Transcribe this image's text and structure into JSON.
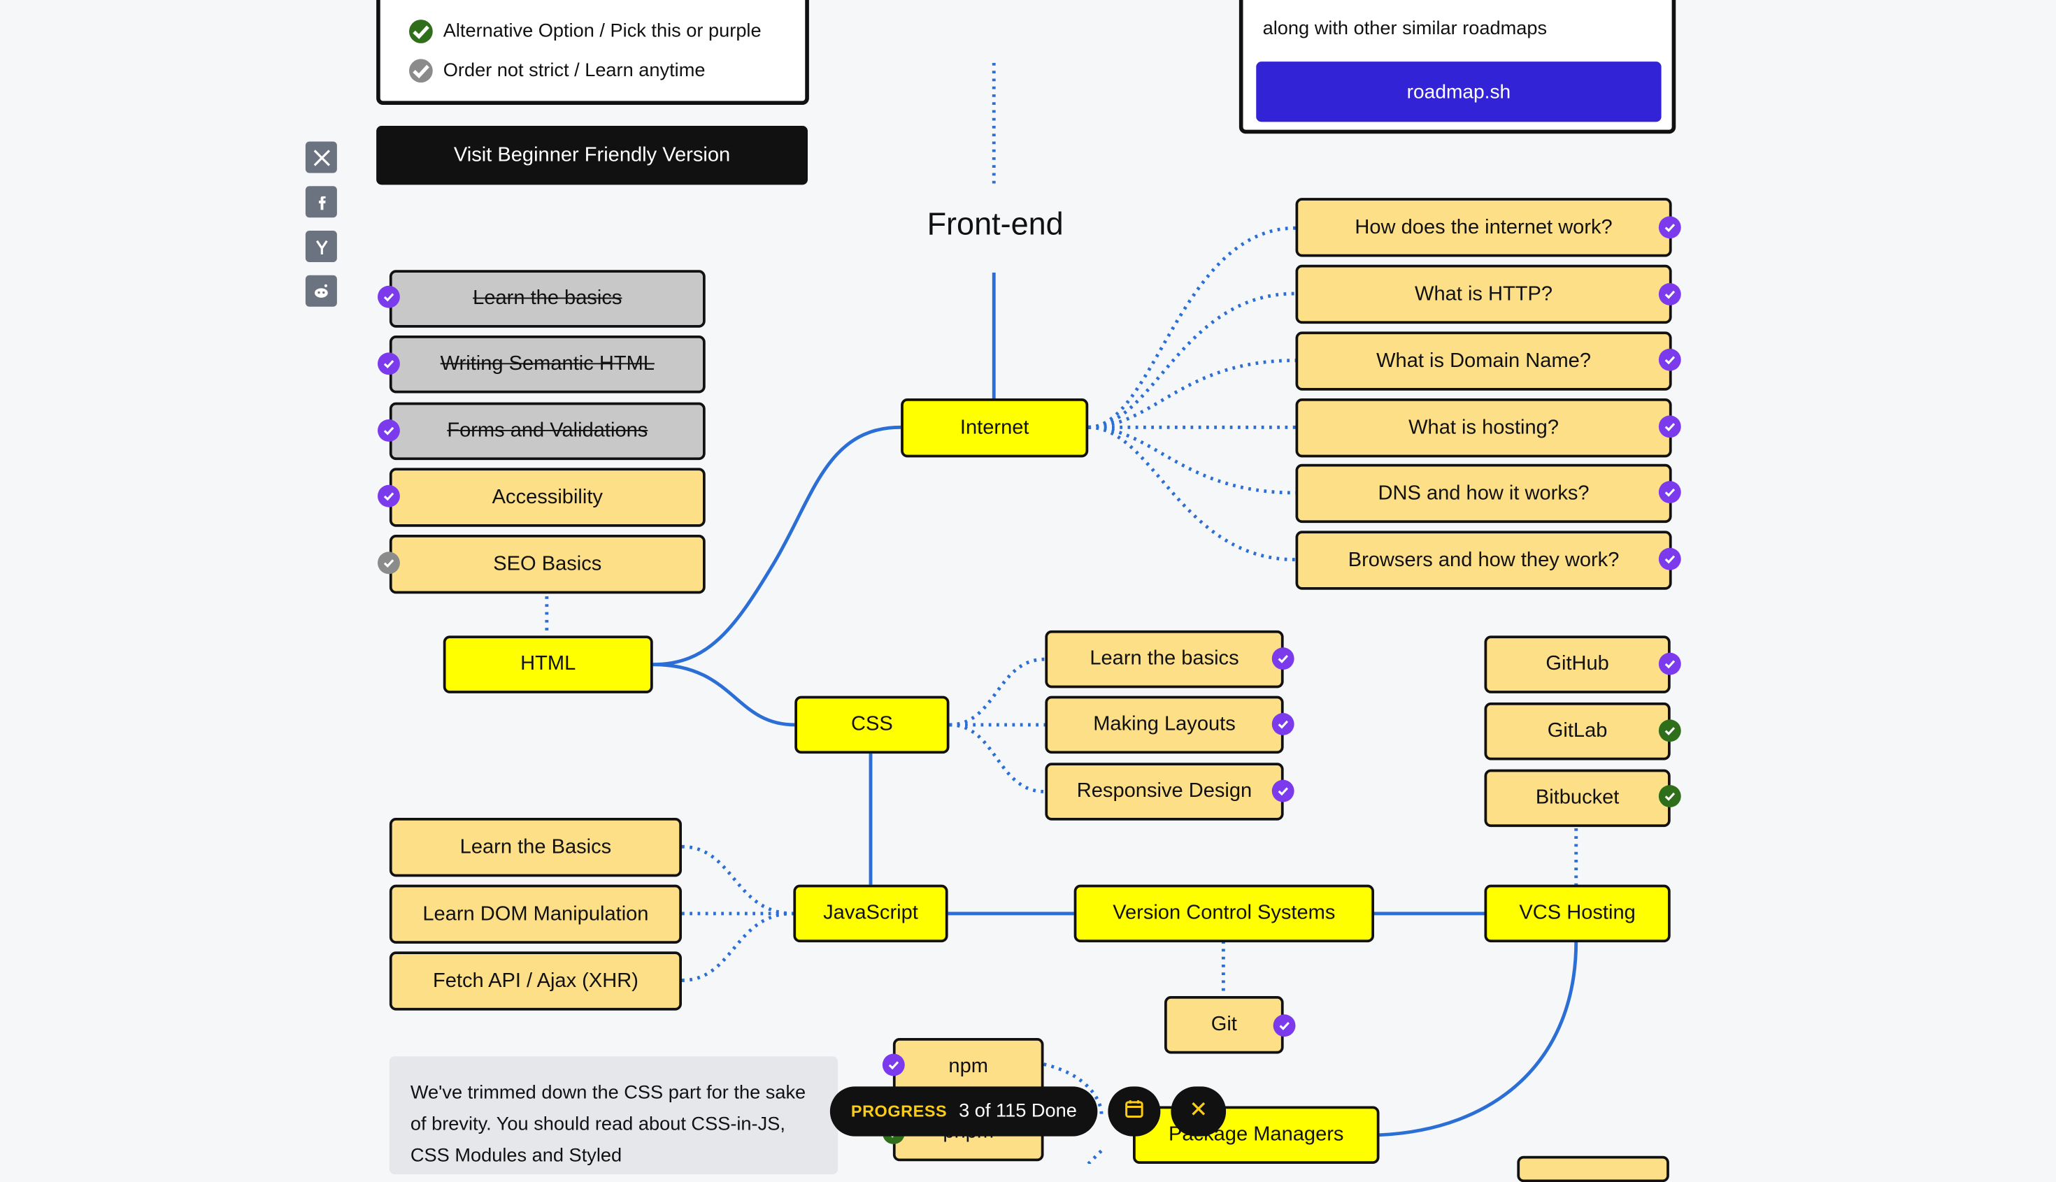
{
  "legend": {
    "items": [
      {
        "label": "Alternative Option / Pick this or purple",
        "color": "#2f6f1c"
      },
      {
        "label": "Order not strict / Learn anytime",
        "color": "#8b8b8b"
      }
    ]
  },
  "beginner_button": "Visit Beginner Friendly Version",
  "info_box": {
    "text": "along with other similar roadmaps",
    "button": "roadmap.sh"
  },
  "social": [
    "x-icon",
    "facebook-icon",
    "hackernews-icon",
    "reddit-icon"
  ],
  "title": "Front-end",
  "internet": {
    "label": "Internet",
    "topics": [
      "How does the internet work?",
      "What is HTTP?",
      "What is Domain Name?",
      "What is hosting?",
      "DNS and how it works?",
      "Browsers and how they work?"
    ]
  },
  "html": {
    "label": "HTML",
    "topics": [
      "Learn the basics",
      "Writing Semantic HTML",
      "Forms and Validations",
      "Accessibility",
      "SEO Basics"
    ]
  },
  "css": {
    "label": "CSS",
    "topics": [
      "Learn the basics",
      "Making Layouts",
      "Responsive Design"
    ]
  },
  "javascript": {
    "label": "JavaScript",
    "topics": [
      "Learn the Basics",
      "Learn DOM Manipulation",
      "Fetch API / Ajax (XHR)"
    ]
  },
  "vcs": {
    "label": "Version Control Systems",
    "git": "Git",
    "hosting": "VCS Hosting",
    "hosting_topics": [
      "GitHub",
      "GitLab",
      "Bitbucket"
    ]
  },
  "package_managers": {
    "label": "Package Managers",
    "npm": "npm",
    "pnpm": "pnpm"
  },
  "note": "We've trimmed down the CSS part for the sake of brevity. You should read about CSS-in-JS, CSS Modules and Styled",
  "progress": {
    "label": "PROGRESS",
    "value": "3 of 115 Done",
    "accent": "#facc15"
  },
  "colors": {
    "main": "#ffff00",
    "sub": "#fddf88",
    "done": "#c8c8c8",
    "link": "#2563eb",
    "purple_check": "#7c3aed",
    "green_check": "#2f6f1c",
    "button_blue": "#3223d6"
  }
}
